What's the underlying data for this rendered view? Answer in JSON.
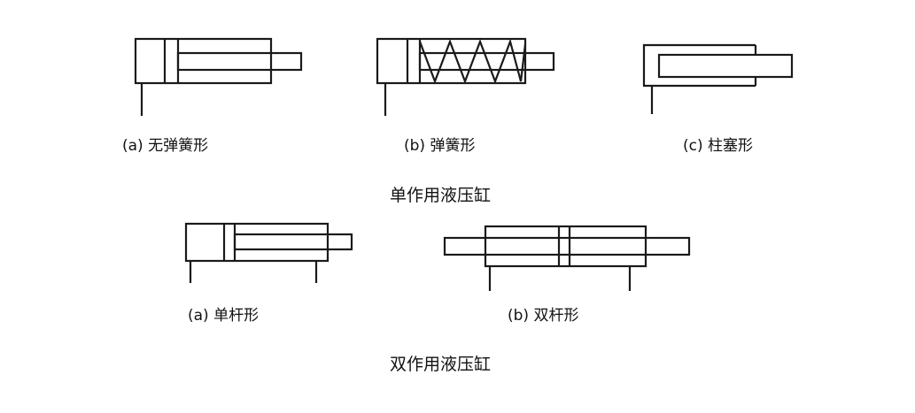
{
  "single_acting": {
    "title": "单作用液压缸",
    "labels": {
      "a": "(a) 无弹簧形",
      "b": "(b) 弹簧形",
      "c": "(c) 柱塞形"
    }
  },
  "double_acting": {
    "title": "双作用液压缸",
    "labels": {
      "a": "(a) 单杆形",
      "b": "(b) 双杆形"
    }
  }
}
